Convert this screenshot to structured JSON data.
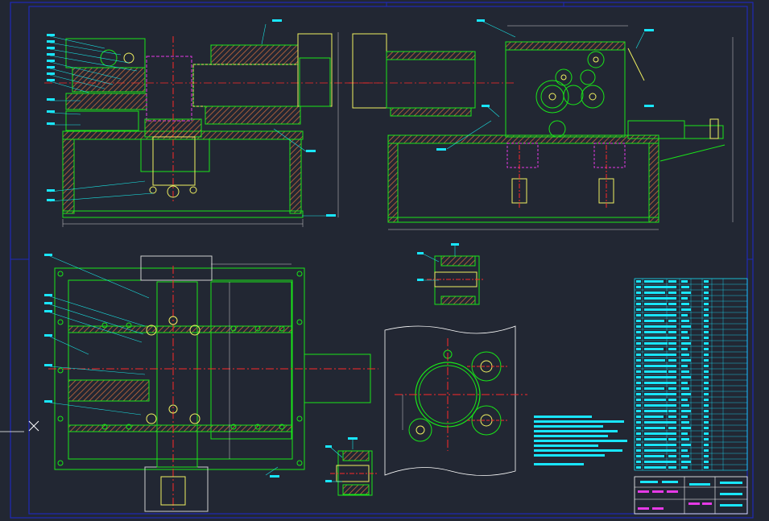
{
  "viewport": {
    "background": "#222733"
  },
  "colors": {
    "frame": "#1e2ab8",
    "steel": "#19e619",
    "part": "#f0f060",
    "hatch": "#c86a3a",
    "center": "#ff2a2a",
    "dim": "#cfcfcf",
    "leader": "#19e6e6",
    "hidden": "#e63ae6",
    "table_text": "#19e6ff",
    "white": "#ffffff"
  },
  "drawing": {
    "views": [
      "front-elevation",
      "side-elevation",
      "plan-view",
      "detail-bearing-top",
      "detail-gear-train",
      "detail-bearing-bottom"
    ],
    "notes_lines": 10,
    "bom_rows": 34,
    "title_block_cells": 6
  },
  "cursor": {
    "icon": "crosshair-x-icon"
  }
}
